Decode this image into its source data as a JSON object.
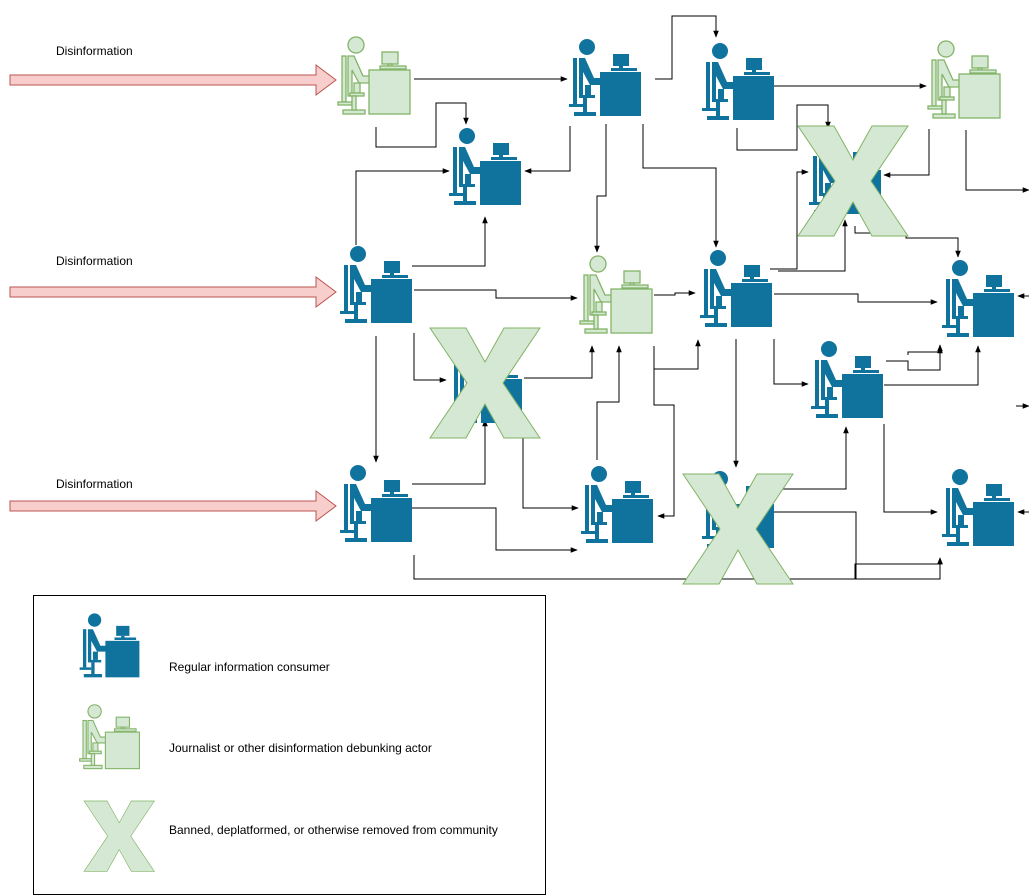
{
  "labels": {
    "input1": "Disinformation",
    "input2": "Disinformation",
    "input3": "Disinformation"
  },
  "legend": {
    "regular": "Regular information consumer",
    "journalist": "Journalist or other disinformation debunking actor",
    "banned": "Banned, deplatformed, or otherwise removed from community"
  },
  "colors": {
    "regular_fill": "#10739e",
    "journalist_fill": "#d5e8d4",
    "journalist_stroke": "#82b366",
    "arrow_fill": "#f8cecc",
    "arrow_stroke": "#b85450",
    "edge": "#000000"
  },
  "nodes": [
    {
      "id": "j1",
      "role": "journalist"
    },
    {
      "id": "u2",
      "role": "regular"
    },
    {
      "id": "u3",
      "role": "regular"
    },
    {
      "id": "j4",
      "role": "journalist"
    },
    {
      "id": "u5",
      "role": "regular"
    },
    {
      "id": "u6",
      "role": "regular",
      "status": "banned"
    },
    {
      "id": "u7",
      "role": "regular"
    },
    {
      "id": "j8",
      "role": "journalist"
    },
    {
      "id": "u9",
      "role": "regular"
    },
    {
      "id": "u10",
      "role": "regular"
    },
    {
      "id": "u11",
      "role": "regular",
      "status": "banned"
    },
    {
      "id": "u12",
      "role": "regular"
    },
    {
      "id": "u13",
      "role": "regular"
    },
    {
      "id": "u14",
      "role": "regular"
    },
    {
      "id": "u15",
      "role": "regular",
      "status": "banned"
    },
    {
      "id": "u16",
      "role": "regular"
    }
  ]
}
